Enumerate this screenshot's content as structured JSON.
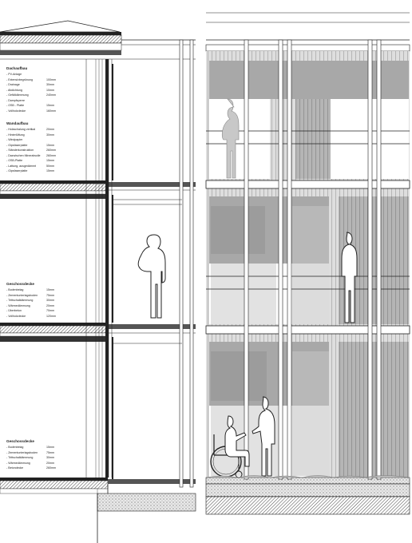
{
  "spec_blocks": {
    "roof": {
      "title": "Dachaufbau",
      "rows": [
        {
          "label": "- PV-Anlage",
          "value": ""
        },
        {
          "label": "- Extensivbegrünung",
          "value": "100mm"
        },
        {
          "label": "- Drainage",
          "value": "30mm"
        },
        {
          "label": "- Abdichtung",
          "value": "10mm"
        },
        {
          "label": "- Gefälldämmung",
          "value": "240mm"
        },
        {
          "label": "- Dampfsperre",
          "value": ""
        },
        {
          "label": "- OSB - Platte",
          "value": "15mm"
        },
        {
          "label": "- Vollholzdecke",
          "value": "160mm"
        }
      ]
    },
    "wall": {
      "title": "Wandaufbau",
      "rows": [
        {
          "label": "- Holzschalung vertikal",
          "value": "20mm"
        },
        {
          "label": "- Hinterlüftung",
          "value": "30mm"
        },
        {
          "label": "- Windpapier",
          "value": ""
        },
        {
          "label": "- Gipsfaserplatte",
          "value": "15mm"
        },
        {
          "label": "- Ständerkonstruktion",
          "value": "260mm"
        },
        {
          "label": "- Dazwischen Mineralwolle",
          "value": "260mm"
        },
        {
          "label": "- OSB-Platte",
          "value": "15mm"
        },
        {
          "label": "- Lattung, ausgedämmt",
          "value": "50mm"
        },
        {
          "label": "- Gipsfaserplatte",
          "value": "15mm"
        }
      ]
    },
    "floor_upper": {
      "title": "Geschossdecke",
      "rows": [
        {
          "label": "- Bodenbelag",
          "value": "15mm"
        },
        {
          "label": "- Zementunterlagsboden",
          "value": "75mm"
        },
        {
          "label": "- Trittschalldämmung",
          "value": "30mm"
        },
        {
          "label": "- Wärmedämmung",
          "value": "20mm"
        },
        {
          "label": "- Überbeton",
          "value": "70mm"
        },
        {
          "label": "- Vollholzdecke",
          "value": "120mm"
        }
      ]
    },
    "floor_lower": {
      "title": "Geschossdecke",
      "rows": [
        {
          "label": "- Bodenbelag",
          "value": "15mm"
        },
        {
          "label": "- Zementunterlagsboden",
          "value": "75mm"
        },
        {
          "label": "- Trittschalldämmung",
          "value": "30mm"
        },
        {
          "label": "- Wärmedämmung",
          "value": "20mm"
        },
        {
          "label": "- Betondecke",
          "value": "260mm"
        }
      ]
    }
  },
  "colors": {
    "line": "#222222",
    "glass": "#a6a6a6",
    "glass_light": "#d4d4d4",
    "wall": "#efefef",
    "figure": "#ffffff",
    "ground": "#cfcfcf"
  }
}
